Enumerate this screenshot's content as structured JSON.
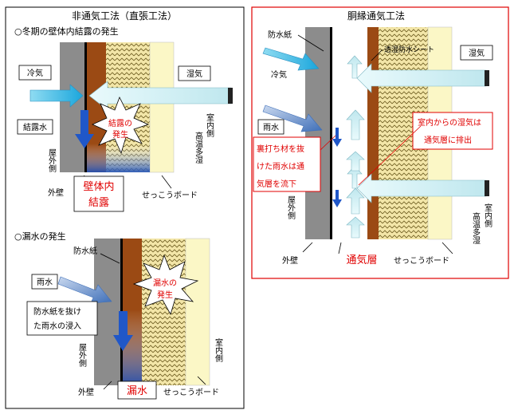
{
  "left_panel": {
    "title": "非通気工法（直張工法）",
    "top": {
      "heading": "○冬期の壁体内結露の発生",
      "cold_air": "冷気",
      "moist_air": "湿気",
      "condensation_water": "結露水",
      "burst_label": [
        "結露の",
        "発生"
      ],
      "outside_side": "屋外側",
      "inside_side": "室内側",
      "warm_humid": "高温多湿",
      "outer_wall": "外壁",
      "result_label": [
        "壁体内",
        "結露"
      ],
      "gypsum_board": "せっこうボード"
    },
    "bottom": {
      "heading": "○漏水の発生",
      "waterproof_paper": "防水紙",
      "rain": "雨水",
      "burst_label": [
        "漏水の",
        "発生"
      ],
      "penetration_note": [
        "防水紙を抜け",
        "た雨水の浸入"
      ],
      "outside_side": "屋外側",
      "inside_side": "室内側",
      "outer_wall": "外壁",
      "result_label": "漏水",
      "gypsum_board": "せっこうボード"
    }
  },
  "right_panel": {
    "title": "胴縁通気工法",
    "waterproof_paper": "防水紙",
    "moisture_sheet": "透湿防水シート",
    "cold_air": "冷気",
    "moist_air": "湿気",
    "rain": "雨水",
    "indoor_moisture_note": [
      "室内からの湿気は",
      "通気層に排出"
    ],
    "rain_flow_note": [
      "裏打ち材を抜",
      "けた雨水は通",
      "気層を流下"
    ],
    "outside_side": "屋外側",
    "inside_side": "室内側",
    "warm_humid": "高温多湿",
    "outer_wall": "外壁",
    "vent_layer": "通気層",
    "gypsum_board": "せっこうボード"
  },
  "colors": {
    "outer_wall": "#8c8c8c",
    "sheathing": "#9b4a14",
    "insulation": "#f3e6a8",
    "gypsum": "#fbf7c6",
    "air_arrow": "#cfeef2",
    "cold_arrow": "#33b7e6",
    "rain_arrow": "#5c86c6",
    "water": "#1c4fb8",
    "label_red": "#e00000"
  }
}
